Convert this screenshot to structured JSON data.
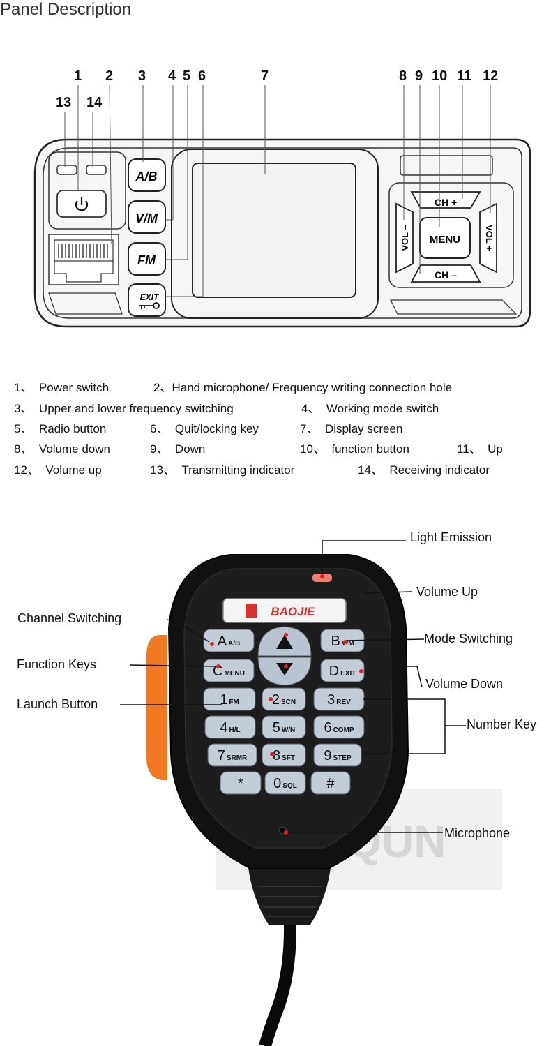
{
  "page_title": "Panel Description",
  "panel_numbers": {
    "n1": "1",
    "n2": "2",
    "n3": "3",
    "n4": "4",
    "n5": "5",
    "n6": "6",
    "n7": "7",
    "n8": "8",
    "n9": "9",
    "n10": "10",
    "n11": "11",
    "n12": "12",
    "n13": "13",
    "n14": "14"
  },
  "panel_buttons": {
    "ab": "A/B",
    "vm": "V/M",
    "fm": "FM",
    "exit": "EXIT",
    "ch_up": "CH +",
    "ch_down": "CH –",
    "menu": "MENU",
    "vol_down": "VOL –",
    "vol_up": "VOL +"
  },
  "legend": [
    {
      "num": "1、",
      "text": "Power switch"
    },
    {
      "num": "2、",
      "text": "Hand microphone/  Frequency writing connection hole"
    },
    {
      "num": "3、",
      "text": "Upper and lower  frequency switching"
    },
    {
      "num": "4、",
      "text": "Working mode switch"
    },
    {
      "num": "5、",
      "text": "Radio button"
    },
    {
      "num": "6、",
      "text": "Quit/locking key"
    },
    {
      "num": "7、",
      "text": "Display screen"
    },
    {
      "num": "8、",
      "text": "Volume down"
    },
    {
      "num": "9、",
      "text": "Down"
    },
    {
      "num": "10、",
      "text": "function button"
    },
    {
      "num": "11、",
      "text": "Up"
    },
    {
      "num": "12、",
      "text": "Volume up"
    },
    {
      "num": "13、",
      "text": "Transmitting indicator"
    },
    {
      "num": "14、",
      "text": "Receiving indicator"
    }
  ],
  "mic_callouts": {
    "light_emission": "Light Emission",
    "volume_up": "Volume Up",
    "channel_switching": "Channel Switching",
    "mode_switching": "Mode Switching",
    "function_keys": "Function Keys",
    "volume_down": "Volume Down",
    "launch_button": "Launch Button",
    "number_key": "Number Key",
    "microphone": "Microphone"
  },
  "mic_brand": "BAOJIE",
  "watermark": "SHIQUN",
  "mic_keys": {
    "a": {
      "main": "A",
      "sub": "A/B"
    },
    "b": {
      "main": "B",
      "sub": "V/M"
    },
    "c": {
      "main": "C",
      "sub": "MENU"
    },
    "d": {
      "main": "D",
      "sub": "EXIT"
    },
    "k1": {
      "main": "1",
      "sub": "FM"
    },
    "k2": {
      "main": "2",
      "sub": "SCN"
    },
    "k3": {
      "main": "3",
      "sub": "REV"
    },
    "k4": {
      "main": "4",
      "sub": "H/L"
    },
    "k5": {
      "main": "5",
      "sub": "W/N"
    },
    "k6": {
      "main": "6",
      "sub": "COMP"
    },
    "k7": {
      "main": "7",
      "sub": "SRMR"
    },
    "k8": {
      "main": "8",
      "sub": "SFT"
    },
    "k9": {
      "main": "9",
      "sub": "STEP"
    },
    "star": {
      "main": "*",
      "sub": ""
    },
    "k0": {
      "main": "0",
      "sub": "SQL"
    },
    "hash": {
      "main": "#",
      "sub": ""
    }
  }
}
